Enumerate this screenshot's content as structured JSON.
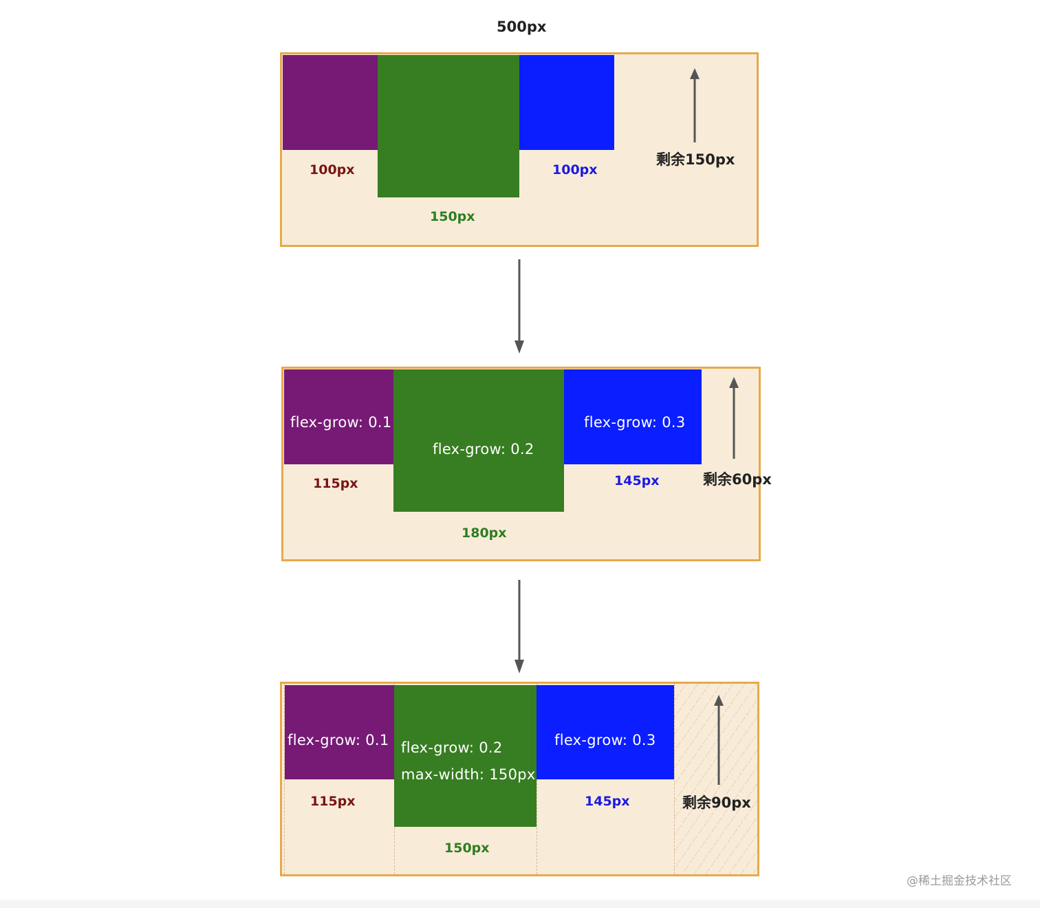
{
  "top_label": "500px",
  "colors": {
    "container_bg": "#f8ecd9",
    "container_border": "#e8a94a",
    "purple": "#761a76",
    "green": "#377d22",
    "blue": "#0a1eff",
    "arrow": "#555555",
    "label_red": "#7a1414",
    "label_green": "#2e7d22",
    "label_blue": "#1a1ae0"
  },
  "diagram1": {
    "purple_size": "100px",
    "green_size": "150px",
    "blue_size": "100px",
    "remaining": "剩余150px"
  },
  "diagram2": {
    "purple_text": "flex-grow: 0.1",
    "green_text": "flex-grow: 0.2",
    "blue_text": "flex-grow: 0.3",
    "purple_size": "115px",
    "green_size": "180px",
    "blue_size": "145px",
    "remaining": "剩余60px"
  },
  "diagram3": {
    "purple_text": "flex-grow: 0.1",
    "green_text_1": "flex-grow: 0.2",
    "green_text_2": "max-width: 150px",
    "blue_text": "flex-grow: 0.3",
    "purple_size": "115px",
    "green_size": "150px",
    "blue_size": "145px",
    "remaining": "剩余90px"
  },
  "watermark": "@稀土掘金技术社区"
}
